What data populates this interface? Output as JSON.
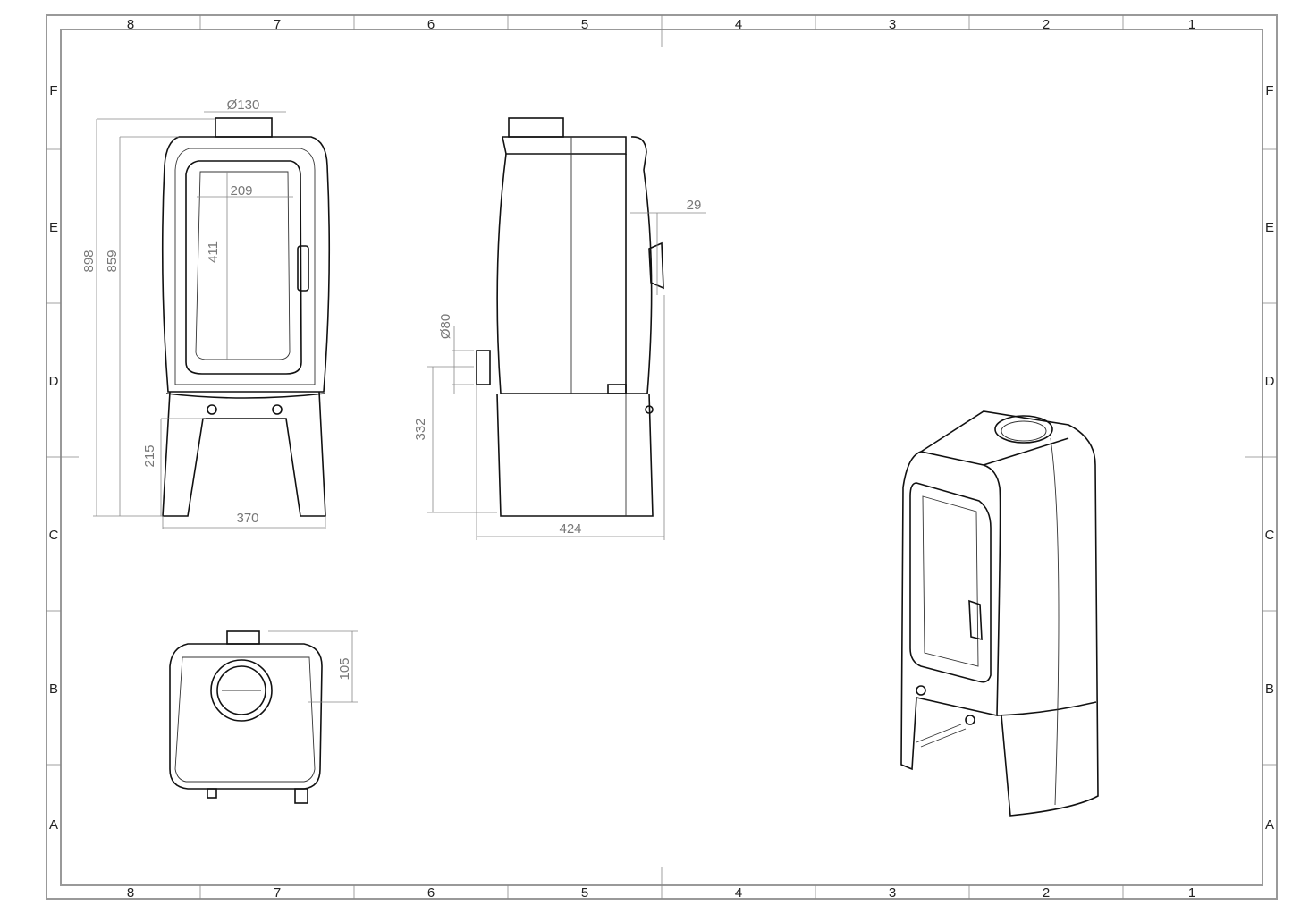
{
  "sheet": {
    "column_labels": [
      "8",
      "7",
      "6",
      "5",
      "4",
      "3",
      "2",
      "1"
    ],
    "row_labels": [
      "F",
      "E",
      "D",
      "C",
      "B",
      "A"
    ]
  },
  "front_view": {
    "dims": {
      "flue_diameter": "Ø130",
      "glass_width": "209",
      "glass_height": "411",
      "overall_height": "898",
      "body_height": "859",
      "leg_height": "215",
      "width": "370"
    }
  },
  "side_view": {
    "dims": {
      "handle_offset": "29",
      "air_inlet_diameter": "Ø80",
      "air_inlet_height": "332",
      "depth": "424"
    }
  },
  "top_view": {
    "dims": {
      "flue_offset": "105"
    }
  },
  "iso_view": {}
}
